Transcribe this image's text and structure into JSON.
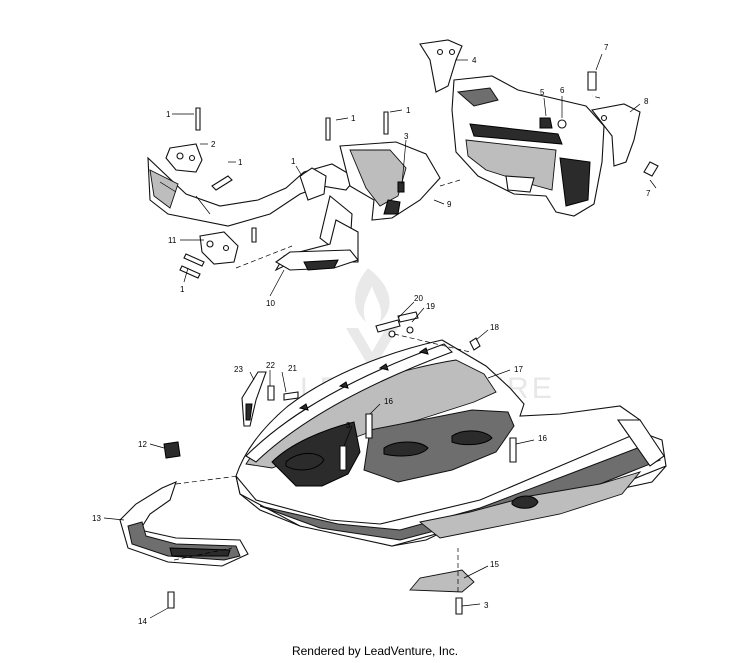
{
  "diagram": {
    "watermark": "LEADVENTURE",
    "footer": "Rendered by LeadVenture, Inc.",
    "callouts": {
      "c1a": "1",
      "c1b": "1",
      "c1c": "1",
      "c1d": "1",
      "c1e": "1",
      "c1f": "1",
      "c2": "2",
      "c3a": "3",
      "c3b": "3",
      "c3c": "3",
      "c4": "4",
      "c5": "5",
      "c6": "6",
      "c7a": "7",
      "c7b": "7",
      "c8": "8",
      "c9": "9",
      "c10": "10",
      "c11": "11",
      "c12": "12",
      "c13": "13",
      "c14": "14",
      "c15": "15",
      "c16a": "16",
      "c16b": "16",
      "c17": "17",
      "c18": "18",
      "c19": "19",
      "c20": "20",
      "c21": "21",
      "c22": "22",
      "c23": "23"
    }
  }
}
